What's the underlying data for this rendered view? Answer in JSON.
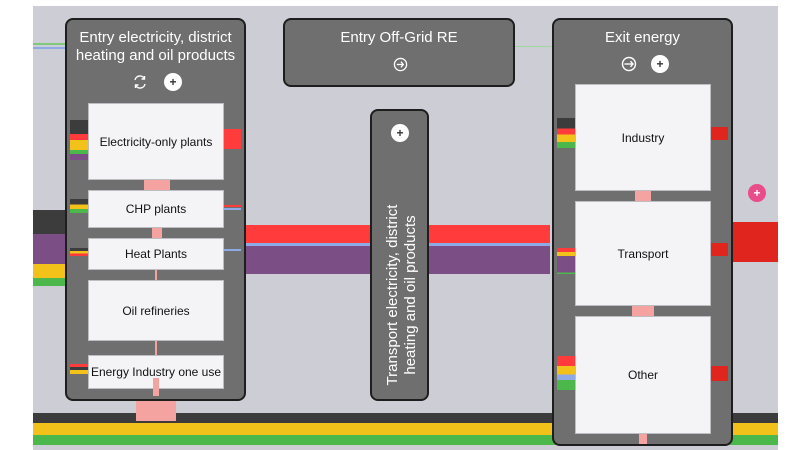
{
  "panels": {
    "entry_electricity": {
      "title_line1": "Entry electricity, district",
      "title_line2": "heating and oil products"
    },
    "entry_offgrid": {
      "title": "Entry Off-Grid RE"
    },
    "transport": {
      "title_line1": "Transport electricity, district",
      "title_line2": "heating and oil products"
    },
    "exit_energy": {
      "title": "Exit energy"
    }
  },
  "nodes": {
    "electricity_only_plants": "Electricity-only plants",
    "chp_plants": "CHP plants",
    "heat_plants": "Heat Plants",
    "oil_refineries": "Oil refineries",
    "energy_industry_own_use": "Energy Industry one use",
    "industry": "Industry",
    "transport": "Transport",
    "other": "Other"
  },
  "buttons": {
    "plus_symbol": "+"
  },
  "icons": {
    "refresh": "refresh-icon",
    "entry": "entry-icon",
    "exit": "exit-icon",
    "add": "plus-icon"
  },
  "colors": {
    "canvas": "#cdcdd6",
    "panel": "#6f6f6f",
    "panel_border": "#1e1e1e",
    "electricity": "#ff3b3b",
    "heat": "#8da9e6",
    "oil": "#7b4f86",
    "coal": "#3c3c3c",
    "gas": "#f2c21a",
    "renewables": "#4cb84c",
    "connector": "#f5a3a0",
    "accent_pink": "#e84d8a"
  }
}
